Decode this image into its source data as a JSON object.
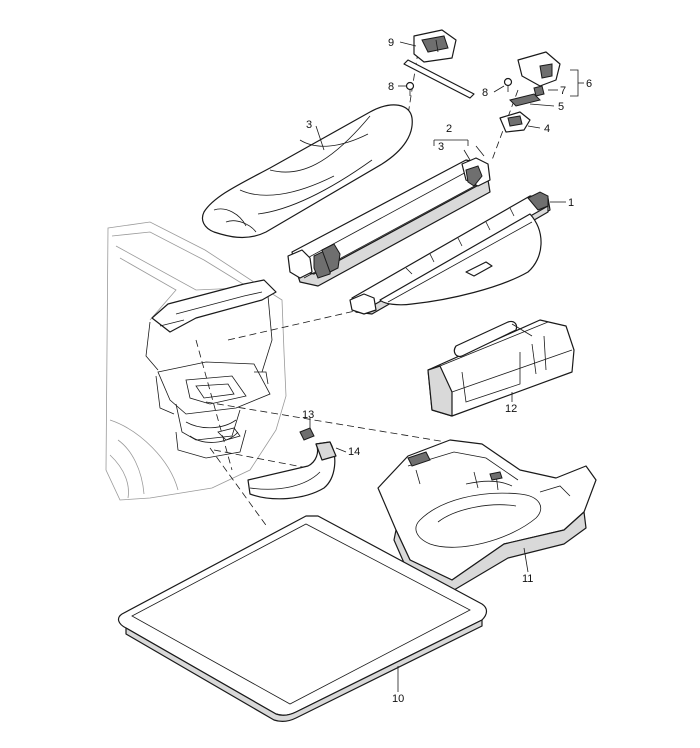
{
  "callouts": [
    {
      "id": "c1",
      "text": "1"
    },
    {
      "id": "c2",
      "text": "2"
    },
    {
      "id": "c3a",
      "text": "3"
    },
    {
      "id": "c3b",
      "text": "3"
    },
    {
      "id": "c4",
      "text": "4"
    },
    {
      "id": "c5",
      "text": "5"
    },
    {
      "id": "c6",
      "text": "6"
    },
    {
      "id": "c7",
      "text": "7"
    },
    {
      "id": "c8a",
      "text": "8"
    },
    {
      "id": "c8b",
      "text": "8"
    },
    {
      "id": "c9",
      "text": "9"
    },
    {
      "id": "c10",
      "text": "10"
    },
    {
      "id": "c11",
      "text": "11"
    },
    {
      "id": "c12",
      "text": "12"
    },
    {
      "id": "c13",
      "text": "13"
    },
    {
      "id": "c14",
      "text": "14"
    }
  ],
  "colors": {
    "line": "#1a1a1a",
    "shade": "#d9d9d9",
    "background": "#ffffff"
  }
}
